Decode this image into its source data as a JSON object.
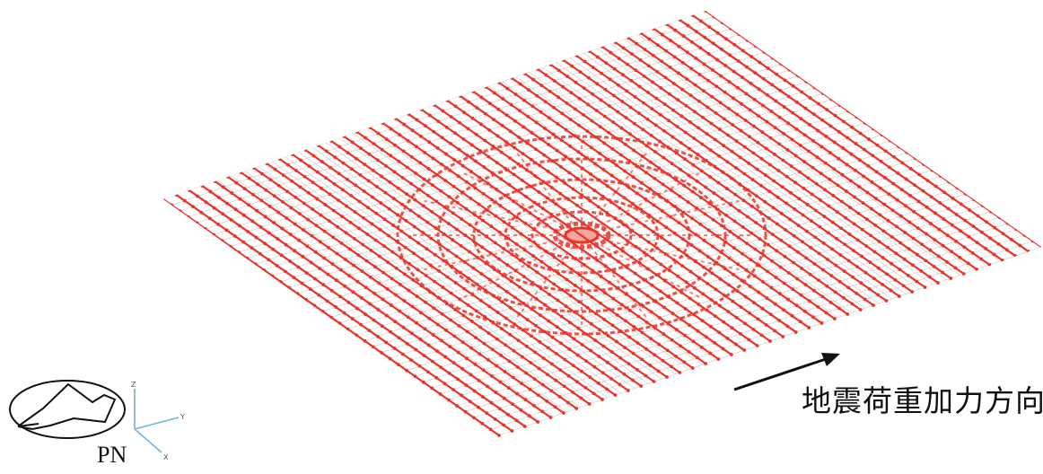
{
  "caption": "地震荷重加力方向",
  "orientation_label": "PN",
  "axes": {
    "z": "Z",
    "y": "Y",
    "x": "X"
  },
  "colors": {
    "vector": "#e8352a",
    "mesh": "#c9c9c9",
    "ink": "#111111",
    "axis_z": "#6aa7c8",
    "axis_y": "#6ab8d6"
  },
  "icons": [
    "orientation-compass-icon",
    "axis-triad-icon",
    "load-direction-arrow-icon"
  ]
}
